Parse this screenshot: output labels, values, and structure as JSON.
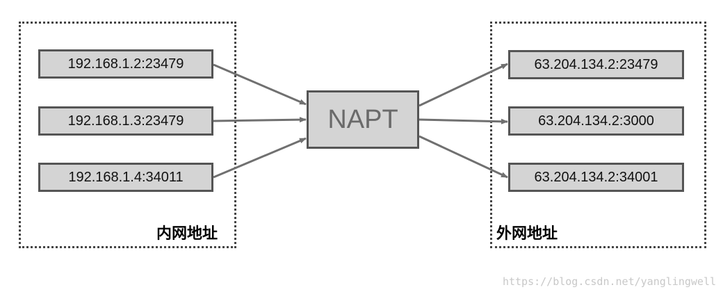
{
  "internal": {
    "label": "内网地址",
    "addresses": [
      "192.168.1.2:23479",
      "192.168.1.3:23479",
      "192.168.1.4:34011"
    ]
  },
  "external": {
    "label": "外网地址",
    "addresses": [
      "63.204.134.2:23479",
      "63.204.134.2:3000",
      "63.204.134.2:34001"
    ]
  },
  "napt": {
    "label": "NAPT"
  },
  "watermark": "https://blog.csdn.net/yanglingwell",
  "colors": {
    "box_fill": "#d4d4d4",
    "box_border": "#555555",
    "arrow": "#707070",
    "group_border": "#444444"
  }
}
